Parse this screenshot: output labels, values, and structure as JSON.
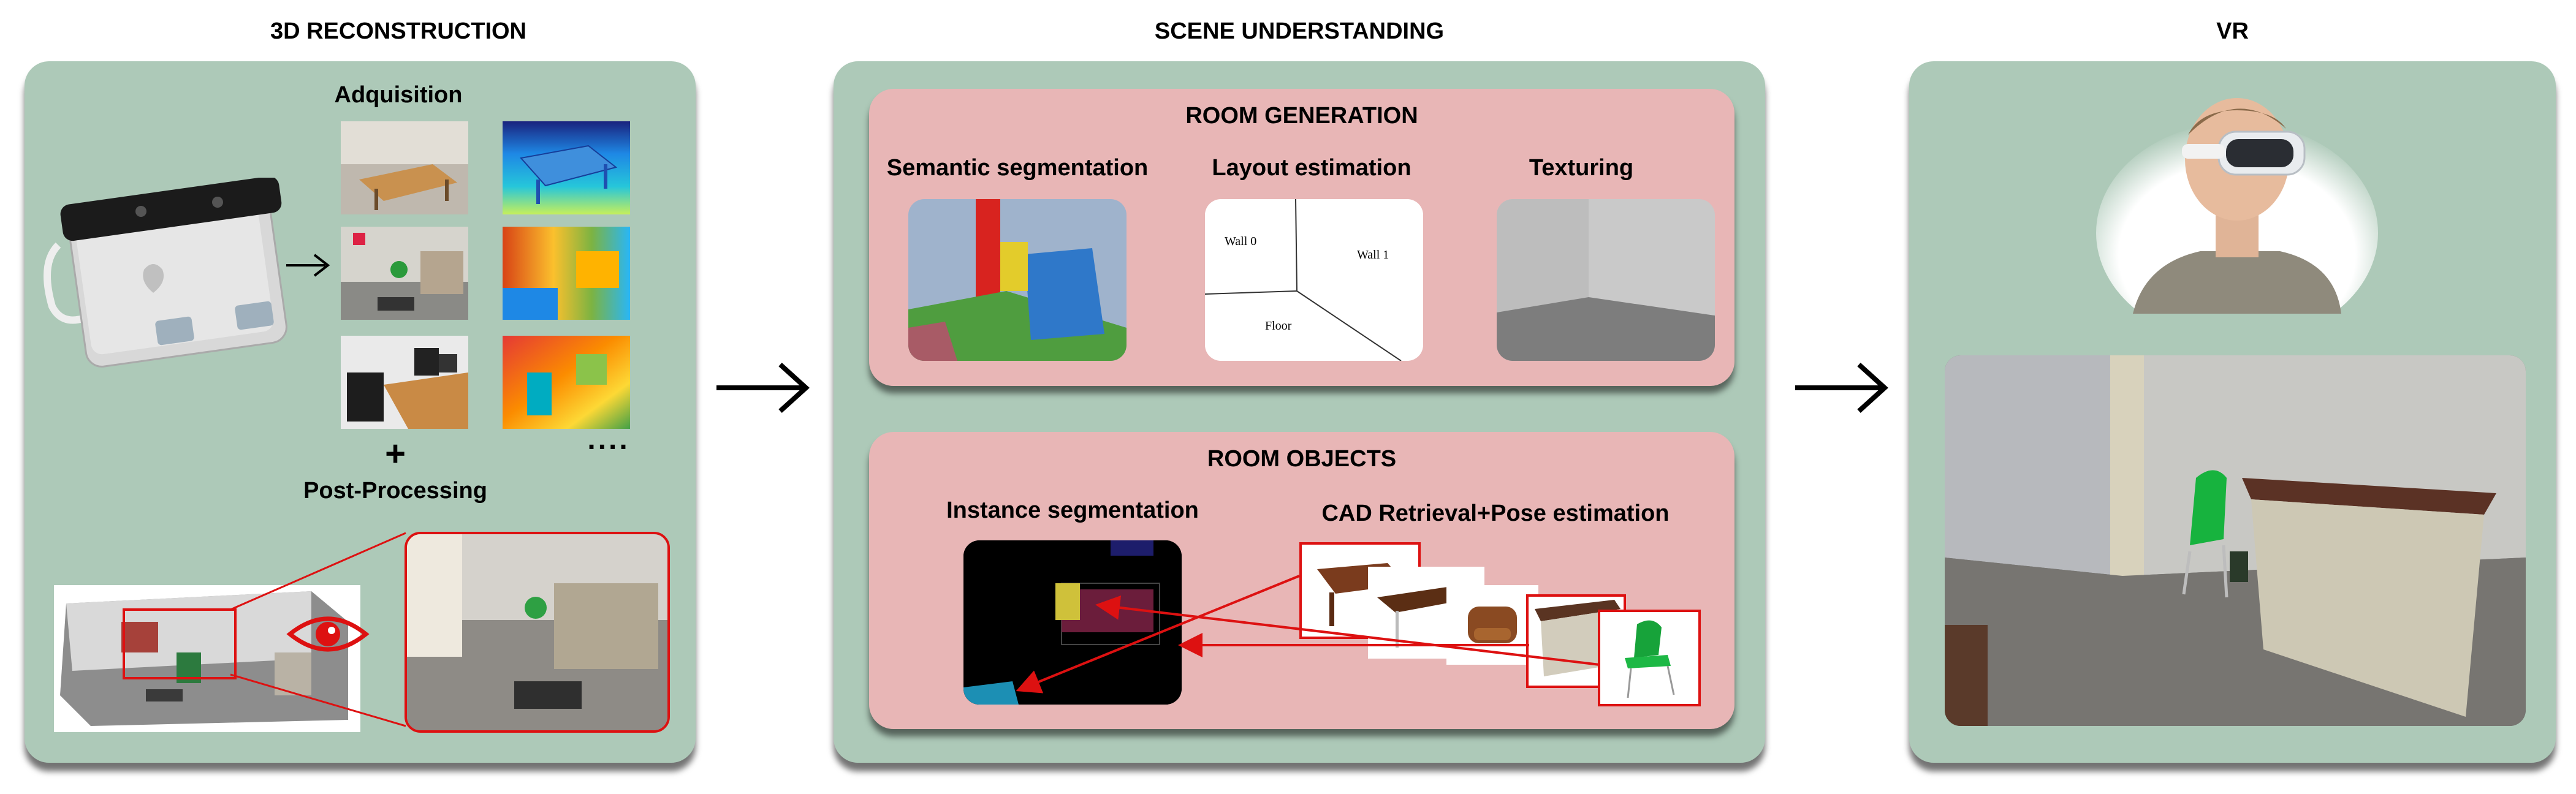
{
  "sections": {
    "reconstruction": "3D RECONSTRUCTION",
    "understanding": "SCENE UNDERSTANDING",
    "vr": "VR"
  },
  "reconstruction": {
    "acquisition_label": "Adquisition",
    "plus": "+",
    "postprocessing_label": "Post-Processing",
    "ellipsis": "...."
  },
  "room_generation": {
    "title": "ROOM GENERATION",
    "semantic": "Semantic segmentation",
    "layout": "Layout estimation",
    "texturing": "Texturing",
    "wall0": "Wall 0",
    "wall1": "Wall 1",
    "floor": "Floor"
  },
  "room_objects": {
    "title": "ROOM OBJECTS",
    "instance": "Instance segmentation",
    "cad": "CAD Retrieval+Pose estimation"
  },
  "colors": {
    "panel": "#adc9b8",
    "subpanel": "#e8b6b6",
    "highlight": "#dd1111"
  },
  "icons": [
    "tablet-scanner-icon",
    "eye-icon",
    "vr-headset-user-icon",
    "flow-arrow-icon"
  ]
}
